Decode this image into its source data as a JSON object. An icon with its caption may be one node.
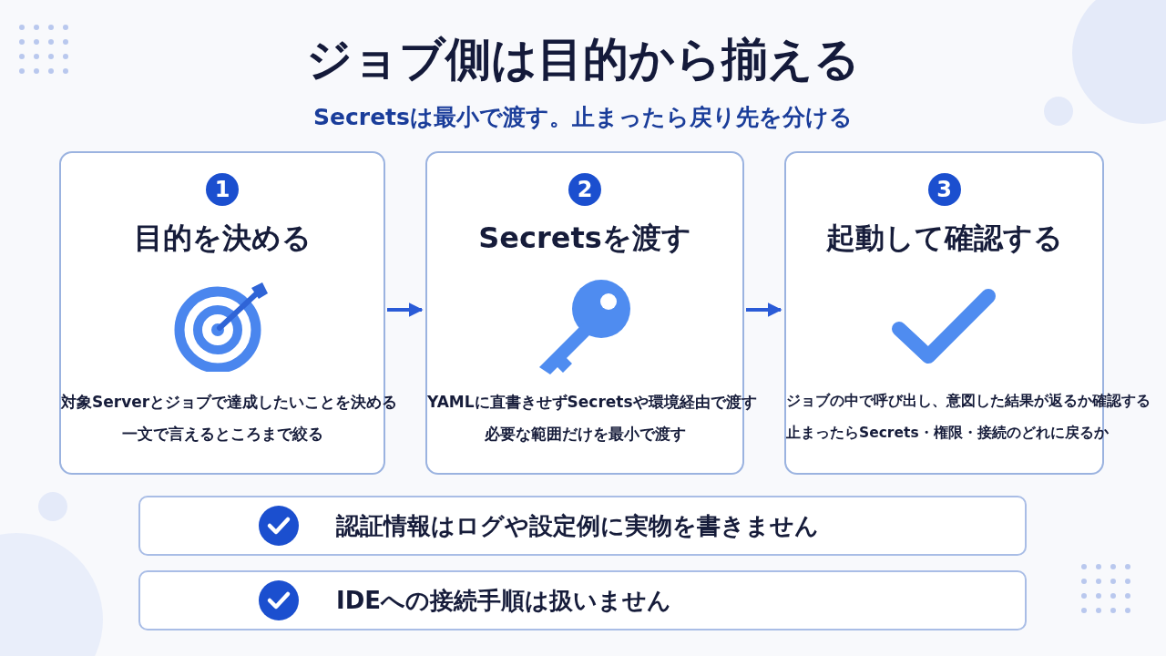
{
  "diagram": {
    "title": "ジョブ側は目的から揃える",
    "nodes": [
      {
        "text": [
          "1",
          "目的を決める",
          "対象Serverとジョブで達成したいことを決める",
          "一文で言えるところまで絞る"
        ]
      },
      {
        "text": [
          "2",
          "Secretsを渡す",
          "YAMLに直書きせずSecretsや環境経由で渡す",
          "必要な範囲だけを最小で渡す"
        ]
      },
      {
        "text": [
          "3",
          "起動して確認する",
          "ジョブの中で呼び出し、意図した結果が返るか確認する",
          "止まったらSecrets・権限・接続のどれに戻るか"
        ]
      },
      {
        "text": [
          "認証情報はログや設定例に実物を書きません"
        ]
      },
      {
        "text": [
          "IDEへの接続手順は扱いません"
        ]
      }
    ],
    "edges": [
      {
        "from": 0,
        "to": 1,
        "arrow": "to"
      },
      {
        "from": 1,
        "to": 2,
        "arrow": "to"
      }
    ],
    "labels": [
      "Secretsは最小で渡す。止まったら戻り先を分ける"
    ]
  }
}
